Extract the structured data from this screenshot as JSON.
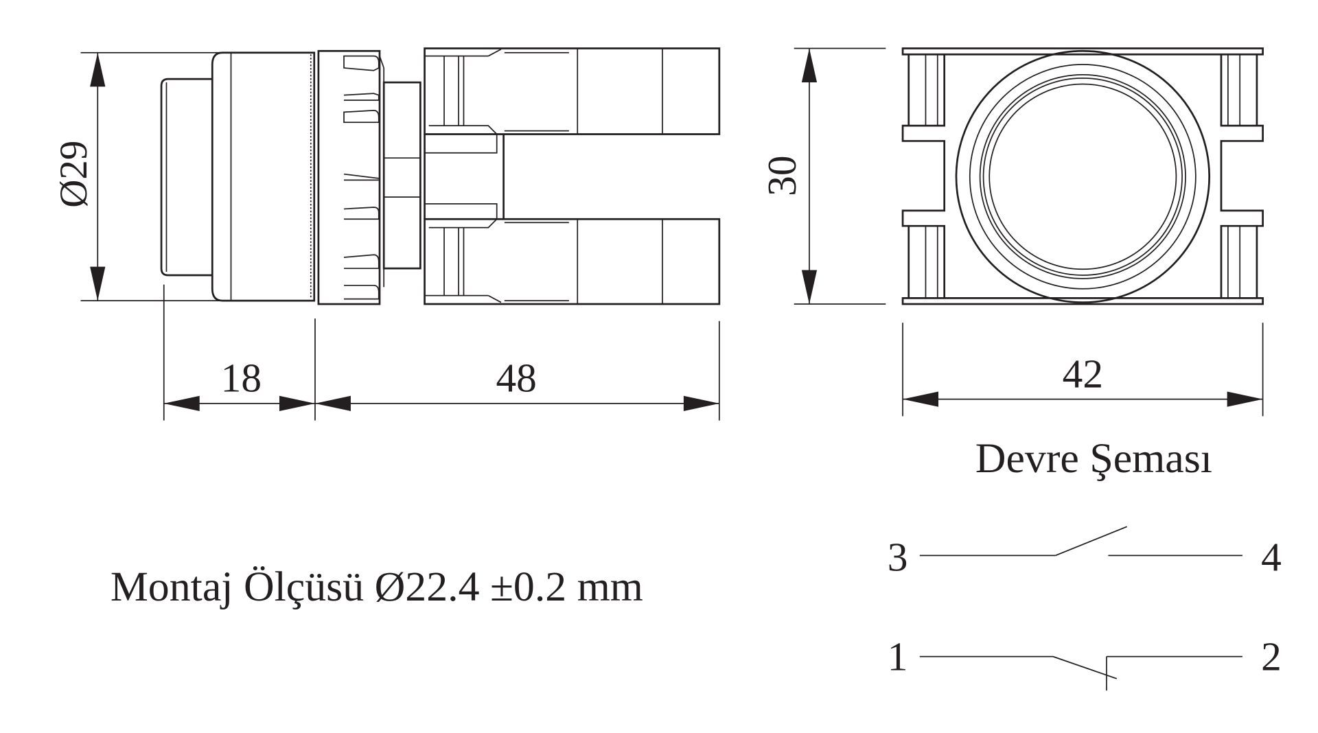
{
  "side_view": {
    "diameter_label": "Ø29",
    "dim_front_label": "18",
    "dim_depth_label": "48"
  },
  "front_view": {
    "height_label": "30",
    "width_label": "42"
  },
  "mounting_text": "Montaj Ölçüsü Ø22.4 ±0.2 mm",
  "circuit": {
    "title": "Devre Şeması",
    "no_contact": {
      "left": "3",
      "right": "4"
    },
    "nc_contact": {
      "left": "1",
      "right": "2"
    }
  }
}
